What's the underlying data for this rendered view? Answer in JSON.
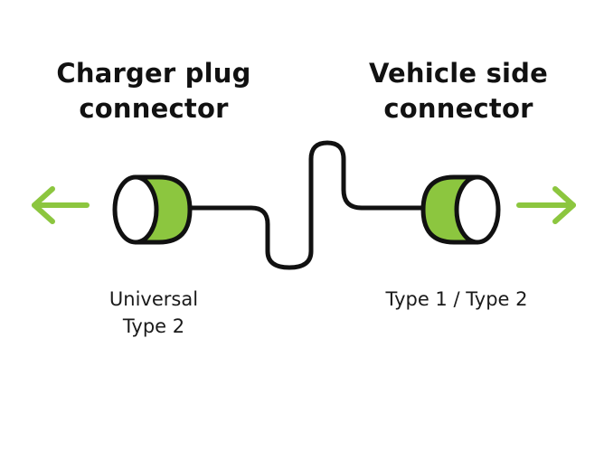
{
  "left": {
    "heading_line1": "Charger plug",
    "heading_line2": "connector",
    "caption_line1": "Universal",
    "caption_line2": "Type 2"
  },
  "right": {
    "heading_line1": "Vehicle side",
    "heading_line2": "connector",
    "caption_line1": "Type 1 / Type 2"
  },
  "icons": {
    "left_arrow": "arrow-left-icon",
    "right_arrow": "arrow-right-icon",
    "left_plug": "plug-connector-icon",
    "right_plug": "plug-connector-icon",
    "cable": "cable"
  },
  "colors": {
    "accent": "#8cc63f",
    "line": "#111111"
  }
}
